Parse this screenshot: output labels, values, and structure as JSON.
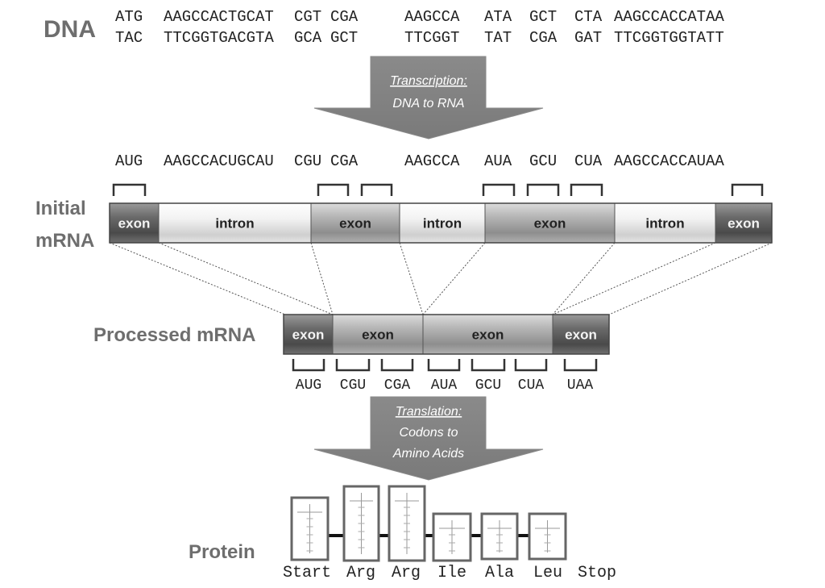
{
  "labels": {
    "dna": "DNA",
    "initial_mrna_line1": "Initial",
    "initial_mrna_line2": "mRNA",
    "processed_mrna": "Processed mRNA",
    "protein": "Protein"
  },
  "dna": {
    "top_strand": [
      "ATG",
      "AAGCCACTGCAT",
      "CGT",
      "CGA",
      "AAGCCA",
      "ATA",
      "GCT",
      "CTA",
      "AAGCCACCATAA"
    ],
    "bottom_strand": [
      "TAC",
      "TTCGGTGACGTA",
      "GCA",
      "GCT",
      "TTCGGT",
      "TAT",
      "CGA",
      "GAT",
      "TTCGGTGGTATT"
    ]
  },
  "transcription": {
    "title": "Transcription:",
    "subtitle": "DNA to RNA"
  },
  "rna_sequence": [
    "AUG",
    "AAGCCACUGCAU",
    "CGU",
    "CGA",
    "AAGCCA",
    "AUA",
    "GCU",
    "CUA",
    "AAGCCACCAUAA"
  ],
  "initial_mrna_segments": [
    {
      "label": "exon",
      "kind": "exon-dark"
    },
    {
      "label": "intron",
      "kind": "intron"
    },
    {
      "label": "exon",
      "kind": "exon-mid"
    },
    {
      "label": "intron",
      "kind": "intron"
    },
    {
      "label": "exon",
      "kind": "exon-mid"
    },
    {
      "label": "intron",
      "kind": "intron"
    },
    {
      "label": "exon",
      "kind": "exon-dark"
    }
  ],
  "processed_mrna_segments": [
    {
      "label": "exon",
      "kind": "exon-dark"
    },
    {
      "label": "exon",
      "kind": "exon-mid"
    },
    {
      "label": "exon",
      "kind": "exon-mid"
    },
    {
      "label": "exon",
      "kind": "exon-dark"
    }
  ],
  "codons": [
    "AUG",
    "CGU",
    "CGA",
    "AUA",
    "GCU",
    "CUA",
    "UAA"
  ],
  "translation": {
    "title": "Translation:",
    "line1": "Codons to",
    "line2": "Amino Acids"
  },
  "amino_acids": [
    "Start",
    "Arg",
    "Arg",
    "Ile",
    "Ala",
    "Leu",
    "Stop"
  ]
}
